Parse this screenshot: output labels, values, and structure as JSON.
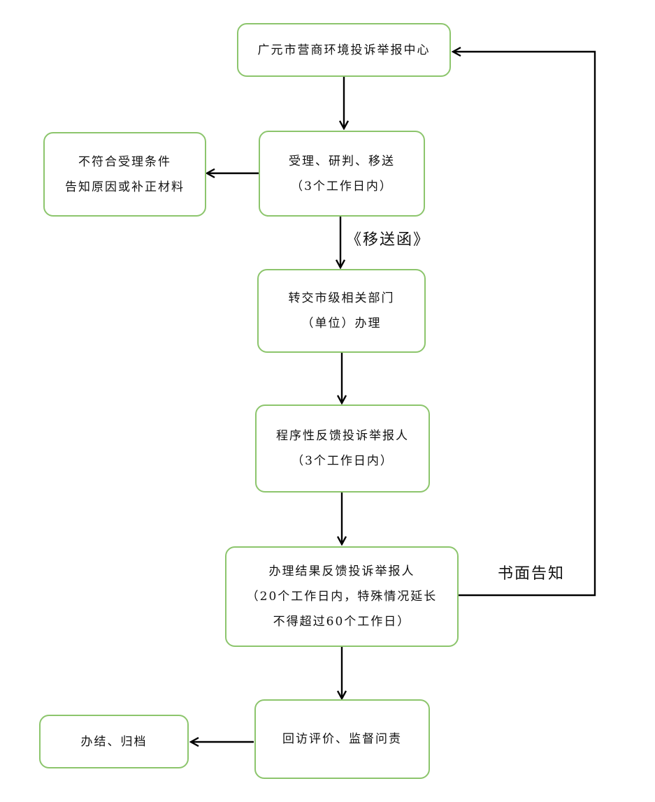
{
  "nodes": {
    "center": {
      "line1": "广元市营商环境投诉举报中心"
    },
    "accept": {
      "line1": "受理、研判、移送",
      "line2": "（3个工作日内）"
    },
    "reject": {
      "line1": "不符合受理条件",
      "line2": "告知原因或补正材料"
    },
    "transfer": {
      "line1": "转交市级相关部门",
      "line2": "（单位）办理"
    },
    "procedural_feedback": {
      "line1": "程序性反馈投诉举报人",
      "line2": "（3个工作日内）"
    },
    "result_feedback": {
      "line1": "办理结果反馈投诉举报人",
      "line2": "（20个工作日内，特殊情况延长",
      "line3": "不得超过60个工作日）"
    },
    "review": {
      "line1": "回访评价、监督问责"
    },
    "archive": {
      "line1": "办结、归档"
    }
  },
  "edge_labels": {
    "transfer_letter": "《移送函》",
    "written_notice": "书面告知"
  },
  "colors": {
    "node_border": "#8cc56c",
    "arrow": "#000000"
  }
}
